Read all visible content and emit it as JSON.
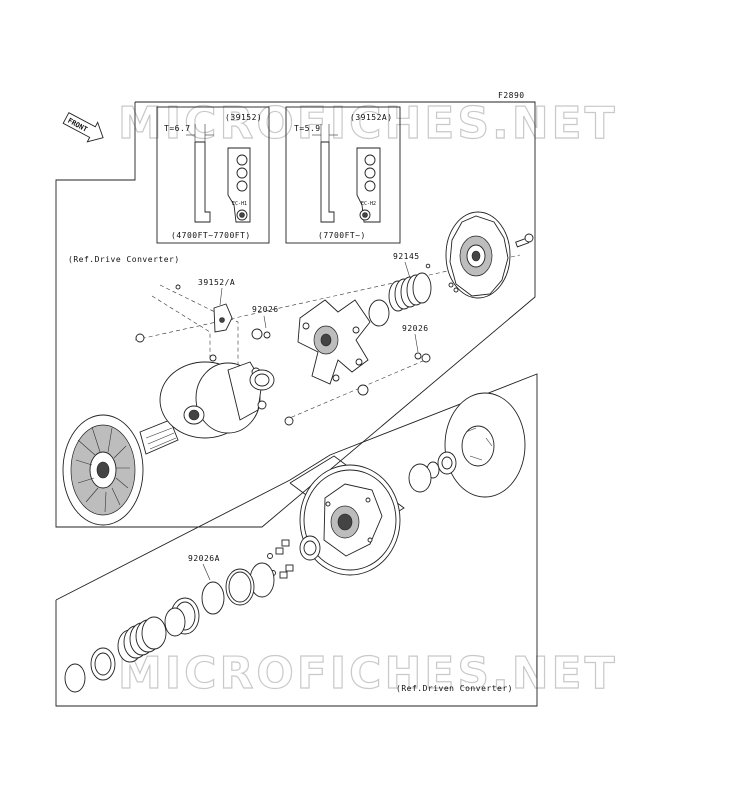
{
  "figure_code": "F2890",
  "front_label": "FRONT",
  "watermark_top": "MICROFICHES.NET",
  "watermark_bottom": "MICROFICHES.NET",
  "inset_left": {
    "part": "(39152)",
    "thickness": "T=6.7",
    "range": "(4700FT~7700FT)",
    "mark": "EC-H1"
  },
  "inset_right": {
    "part": "(39152A)",
    "thickness": "T=5.9",
    "range": "(7700FT~)",
    "mark": "EC-H2"
  },
  "ref_drive": "(Ref.Drive Converter)",
  "ref_driven": "(Ref.Driven Converter)",
  "callouts": {
    "weight": "39152/A",
    "bushing_left": "92026",
    "spring": "92145",
    "bushing_right": "92026",
    "shim": "92026A"
  }
}
